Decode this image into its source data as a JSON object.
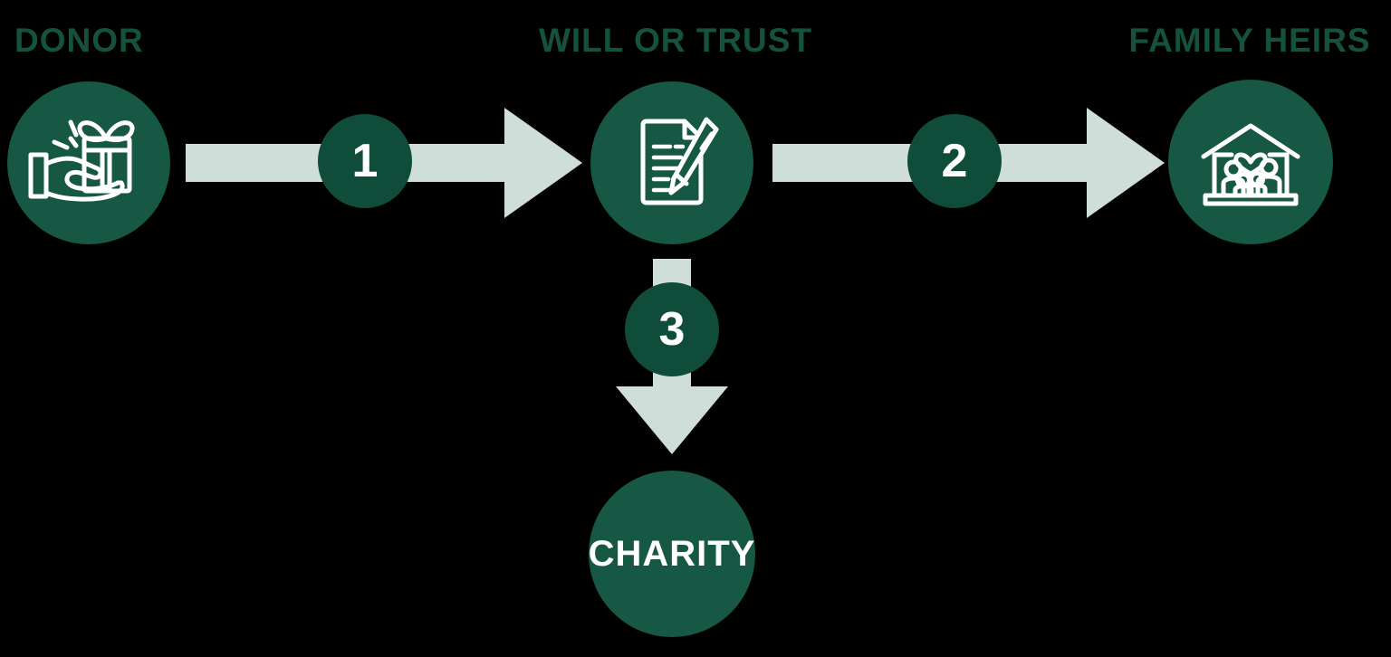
{
  "colors": {
    "node_green": "#165843",
    "badge_green": "#0F4C3A",
    "label_green": "#14523E",
    "arrow_sage": "#D0DED9",
    "icon_stroke": "#FFFFFF",
    "background": "#000000"
  },
  "nodes": [
    {
      "id": "donor",
      "label": "DONOR",
      "icon": "gift-in-hand-icon"
    },
    {
      "id": "will-or-trust",
      "label": "WILL OR TRUST",
      "icon": "document-and-pen-icon"
    },
    {
      "id": "family-heirs",
      "label": "FAMILY HEIRS",
      "icon": "house-with-family-icon"
    },
    {
      "id": "charity",
      "label": "CHARITY",
      "icon": "none"
    }
  ],
  "steps": [
    {
      "number": "1",
      "from": "DONOR",
      "to": "WILL OR TRUST",
      "direction": "right"
    },
    {
      "number": "2",
      "from": "WILL OR TRUST",
      "to": "FAMILY HEIRS",
      "direction": "right"
    },
    {
      "number": "3",
      "from": "WILL OR TRUST",
      "to": "CHARITY",
      "direction": "down"
    }
  ]
}
